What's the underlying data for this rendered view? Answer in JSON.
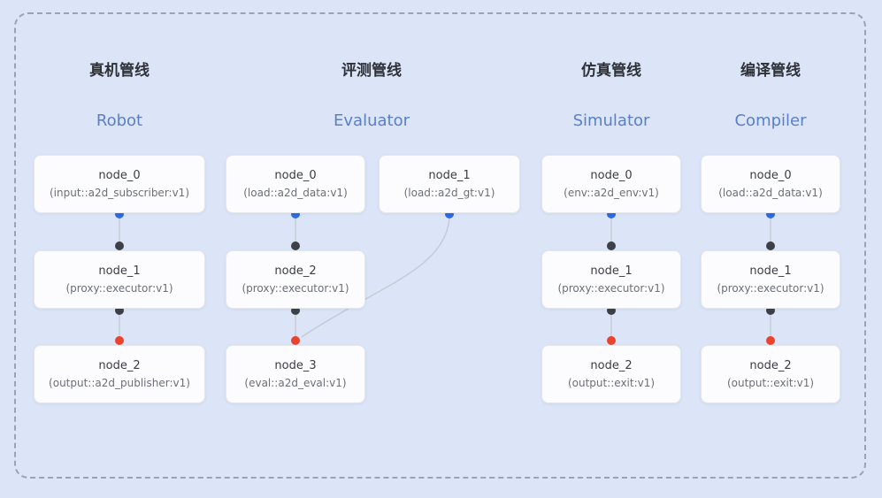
{
  "colors": {
    "blue_dot": "#2e6ae0",
    "dark_dot": "#3d4046",
    "red_dot": "#e8432d",
    "edge_line": "#c6cbd6",
    "accent_blue": "#5b7fc7",
    "background": "#dbe5f7"
  },
  "pipelines": [
    {
      "title_cn": "真机管线",
      "title_en": "Robot",
      "nodes": [
        {
          "name": "node_0",
          "type": "(input::a2d_subscriber:v1)"
        },
        {
          "name": "node_1",
          "type": "(proxy::executor:v1)"
        },
        {
          "name": "node_2",
          "type": "(output::a2d_publisher:v1)"
        }
      ]
    },
    {
      "title_cn": "评测管线",
      "title_en": "Evaluator",
      "nodes": [
        {
          "name": "node_0",
          "type": "(load::a2d_data:v1)"
        },
        {
          "name": "node_1",
          "type": "(load::a2d_gt:v1)"
        },
        {
          "name": "node_2",
          "type": "(proxy::executor:v1)"
        },
        {
          "name": "node_3",
          "type": "(eval::a2d_eval:v1)"
        }
      ]
    },
    {
      "title_cn": "仿真管线",
      "title_en": "Simulator",
      "nodes": [
        {
          "name": "node_0",
          "type": "(env::a2d_env:v1)"
        },
        {
          "name": "node_1",
          "type": "(proxy::executor:v1)"
        },
        {
          "name": "node_2",
          "type": "(output::exit:v1)"
        }
      ]
    },
    {
      "title_cn": "编译管线",
      "title_en": "Compiler",
      "nodes": [
        {
          "name": "node_0",
          "type": "(load::a2d_data:v1)"
        },
        {
          "name": "node_1",
          "type": "(proxy::executor:v1)"
        },
        {
          "name": "node_2",
          "type": "(output::exit:v1)"
        }
      ]
    }
  ]
}
